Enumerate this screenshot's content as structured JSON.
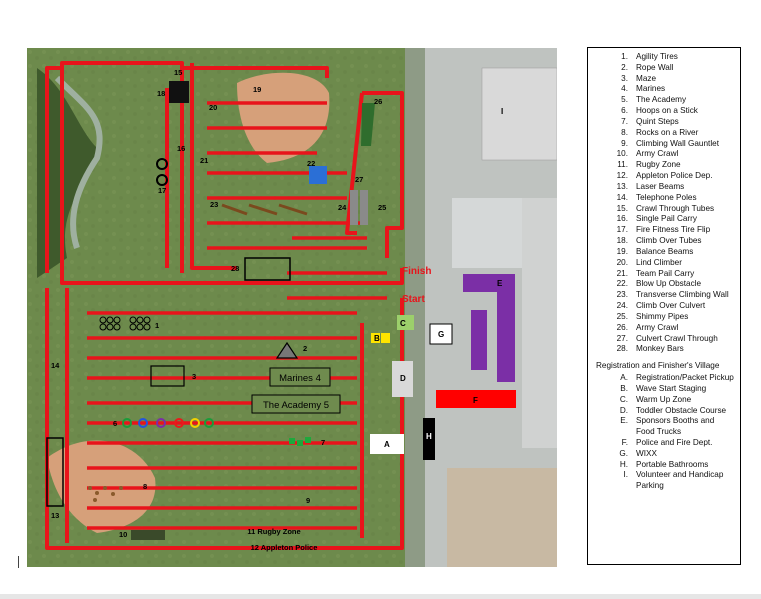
{
  "course_numbers": [
    "1",
    "2",
    "3",
    "4",
    "5",
    "6",
    "7",
    "8",
    "9",
    "10",
    "11",
    "12",
    "13",
    "14",
    "15",
    "16",
    "17",
    "18",
    "19",
    "20",
    "21",
    "22",
    "23",
    "24",
    "25",
    "26",
    "27",
    "28"
  ],
  "village_letters": [
    "A",
    "B",
    "C",
    "D",
    "E",
    "F",
    "G",
    "H",
    "I"
  ],
  "map_labels": {
    "finish": "Finish",
    "start": "Start",
    "marines": "Marines 4",
    "academy": "The Academy 5",
    "rugby": "11 Rugby Zone",
    "police": "12 Appleton Police"
  },
  "colors": {
    "route": "#e8141b",
    "grass": "#6d8a4c",
    "vendors": "#7b2fa6",
    "police_fire": "#ff0000",
    "warm_up": "#9ccf6b",
    "wixx": "#ffe400"
  },
  "legend": {
    "obstacles": [
      {
        "n": "1.",
        "t": "Agility Tires"
      },
      {
        "n": "2.",
        "t": "Rope Wall"
      },
      {
        "n": "3.",
        "t": "Maze"
      },
      {
        "n": "4.",
        "t": "Marines"
      },
      {
        "n": "5.",
        "t": "The Academy"
      },
      {
        "n": "6.",
        "t": "Hoops on a Stick"
      },
      {
        "n": "7.",
        "t": "Quint Steps"
      },
      {
        "n": "8.",
        "t": "Rocks on a River"
      },
      {
        "n": "9.",
        "t": "Climbing Wall Gauntlet"
      },
      {
        "n": "10.",
        "t": "Army Crawl"
      },
      {
        "n": "11.",
        "t": "Rugby Zone"
      },
      {
        "n": "12.",
        "t": "Appleton Police Dep."
      },
      {
        "n": "13.",
        "t": "Laser Beams"
      },
      {
        "n": "14.",
        "t": "Telephone Poles"
      },
      {
        "n": "15.",
        "t": "Crawl Through Tubes"
      },
      {
        "n": "16.",
        "t": "Single Pail Carry"
      },
      {
        "n": "17.",
        "t": "Fire Fitness Tire Flip"
      },
      {
        "n": "18.",
        "t": "Climb Over Tubes"
      },
      {
        "n": "19.",
        "t": "Balance Beams"
      },
      {
        "n": "20.",
        "t": "Lind Climber"
      },
      {
        "n": "21.",
        "t": "Team Pail Carry"
      },
      {
        "n": "22.",
        "t": "Blow Up Obstacle"
      },
      {
        "n": "23.",
        "t": "Transverse Climbing Wall"
      },
      {
        "n": "24.",
        "t": "Climb Over Culvert"
      },
      {
        "n": "25.",
        "t": "Shimmy Pipes"
      },
      {
        "n": "26.",
        "t": "Army Crawl"
      },
      {
        "n": "27.",
        "t": "Culvert Crawl Through"
      },
      {
        "n": "28.",
        "t": "Monkey Bars"
      }
    ],
    "village_heading": "Registration and Finisher's Village",
    "village": [
      {
        "n": "A.",
        "t": "Registration/Packet Pickup"
      },
      {
        "n": "B.",
        "t": "Wave Start Staging"
      },
      {
        "n": "C.",
        "t": "Warm Up Zone"
      },
      {
        "n": "D.",
        "t": "Toddler Obstacle Course"
      },
      {
        "n": "E.",
        "t": "Sponsors Booths and Food Trucks"
      },
      {
        "n": "F.",
        "t": "Police and Fire Dept."
      },
      {
        "n": "G.",
        "t": "WIXX"
      },
      {
        "n": "H.",
        "t": "Portable Bathrooms"
      },
      {
        "n": "I.",
        "t": "Volunteer and Handicap Parking"
      }
    ]
  }
}
